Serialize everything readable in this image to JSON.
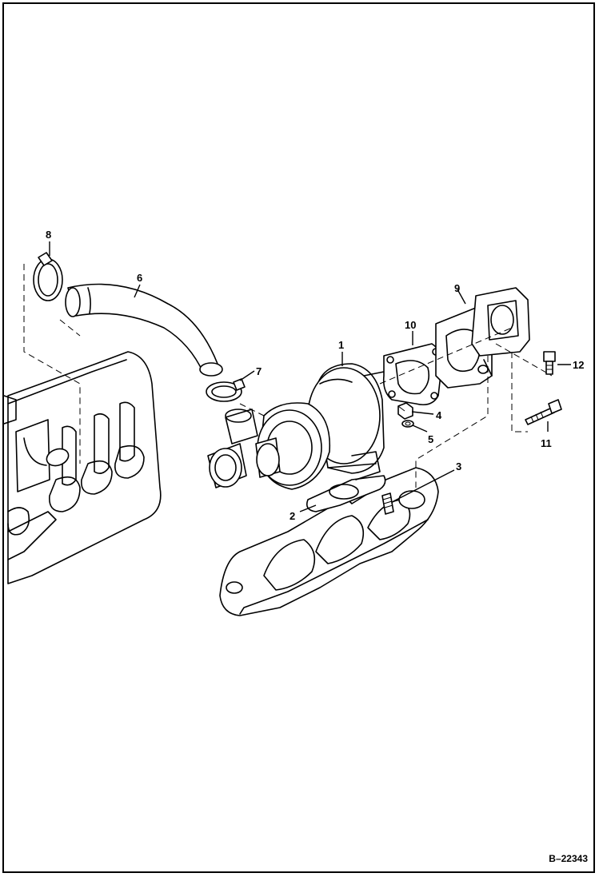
{
  "callouts": {
    "c1": "1",
    "c2": "2",
    "c3": "3",
    "c4": "4",
    "c5": "5",
    "c6": "6",
    "c7": "7",
    "c8": "8",
    "c9": "9",
    "c10": "10",
    "c11": "11",
    "c12": "12"
  },
  "figure_ref": "B–22343"
}
